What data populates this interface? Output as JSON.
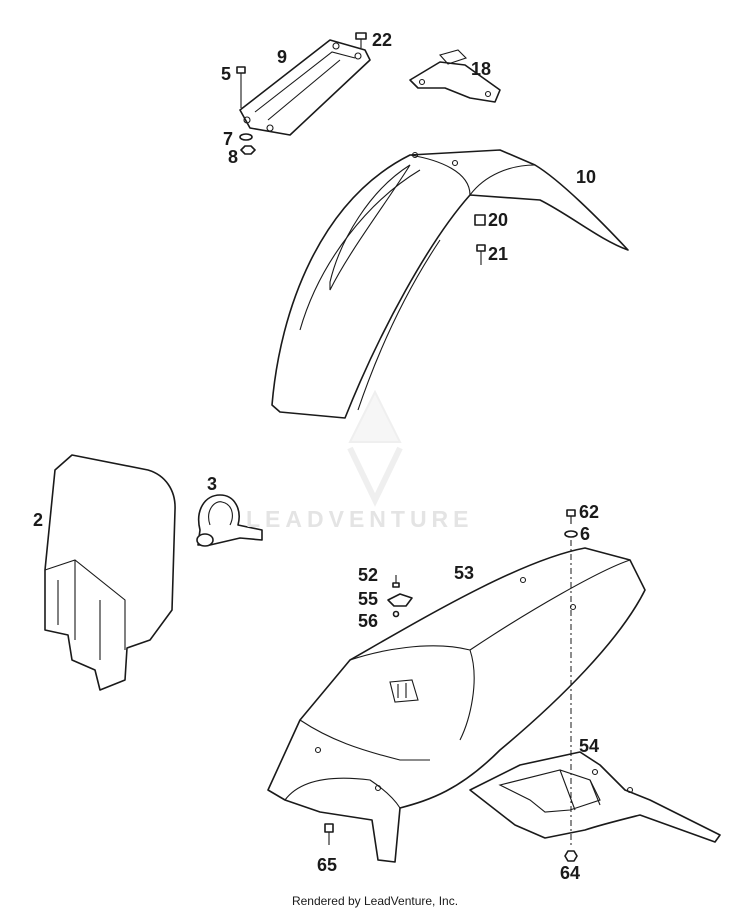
{
  "callouts": [
    {
      "id": "22",
      "label": "22"
    },
    {
      "id": "9",
      "label": "9"
    },
    {
      "id": "5",
      "label": "5"
    },
    {
      "id": "18",
      "label": "18"
    },
    {
      "id": "7",
      "label": "7"
    },
    {
      "id": "8",
      "label": "8"
    },
    {
      "id": "10",
      "label": "10"
    },
    {
      "id": "20",
      "label": "20"
    },
    {
      "id": "21",
      "label": "21"
    },
    {
      "id": "3",
      "label": "3"
    },
    {
      "id": "2",
      "label": "2"
    },
    {
      "id": "62",
      "label": "62"
    },
    {
      "id": "6",
      "label": "6"
    },
    {
      "id": "52",
      "label": "52"
    },
    {
      "id": "53",
      "label": "53"
    },
    {
      "id": "55",
      "label": "55"
    },
    {
      "id": "56",
      "label": "56"
    },
    {
      "id": "54",
      "label": "54"
    },
    {
      "id": "65",
      "label": "65"
    },
    {
      "id": "64",
      "label": "64"
    }
  ],
  "watermark": {
    "text": "LEADVENTURE",
    "icon": "flame-v-logo-icon"
  },
  "footer": {
    "text": "Rendered by LeadVenture, Inc."
  }
}
